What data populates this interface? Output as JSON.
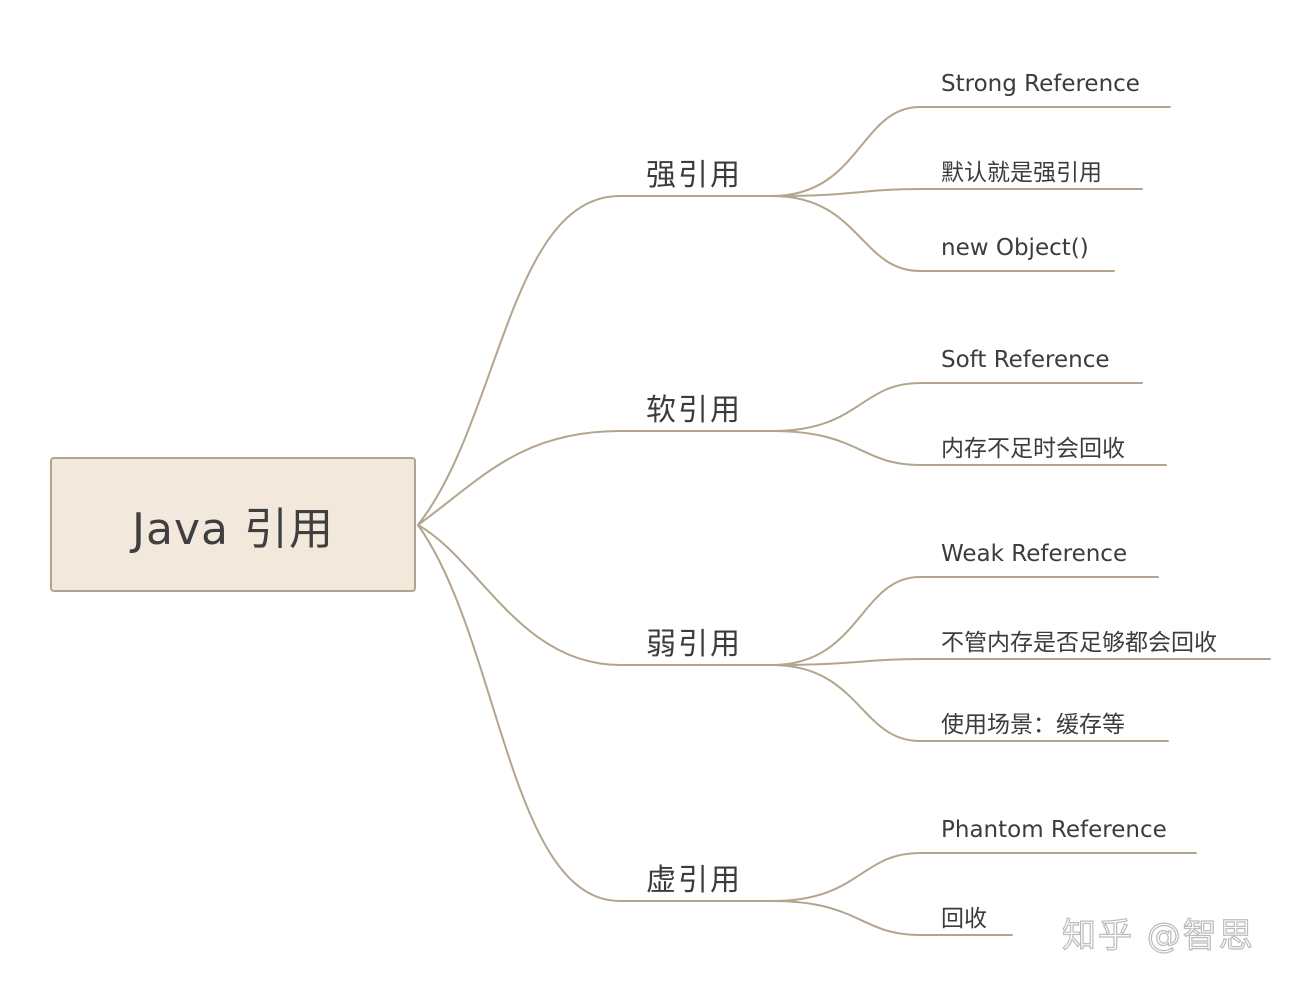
{
  "mindmap": {
    "root": {
      "label": "Java 引用"
    },
    "branches": [
      {
        "label": "强引用",
        "children": [
          {
            "label": "Strong Reference"
          },
          {
            "label": "默认就是强引用"
          },
          {
            "label": "new Object()"
          }
        ]
      },
      {
        "label": "软引用",
        "children": [
          {
            "label": "Soft Reference"
          },
          {
            "label": "内存不足时会回收"
          }
        ]
      },
      {
        "label": "弱引用",
        "children": [
          {
            "label": "Weak Reference"
          },
          {
            "label": "不管内存是否足够都会回收"
          },
          {
            "label": "使用场景：缓存等"
          }
        ]
      },
      {
        "label": "虚引用",
        "children": [
          {
            "label": "Phantom Reference"
          },
          {
            "label": "回收"
          }
        ]
      }
    ]
  },
  "watermark": {
    "text": "知乎 @智思"
  },
  "colors": {
    "root_fill": "#f2e9dc",
    "root_border": "#b3a58d",
    "connector": "#b3a58d",
    "text": "#3c3c3c",
    "background": "#ffffff"
  }
}
